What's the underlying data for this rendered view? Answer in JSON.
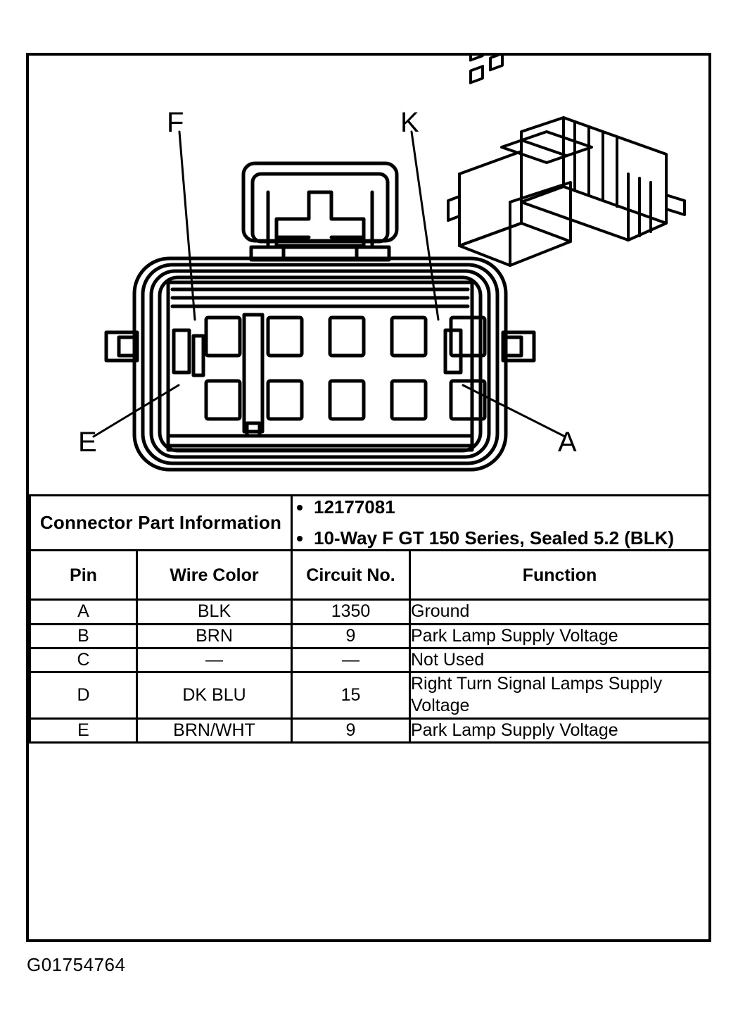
{
  "figure": {
    "id_label": "G01754764",
    "callouts": [
      {
        "label": "F",
        "target": "top-left-cavity"
      },
      {
        "label": "K",
        "target": "top-right-cavity"
      },
      {
        "label": "E",
        "target": "bottom-left-cavity"
      },
      {
        "label": "A",
        "target": "bottom-right-cavity"
      }
    ],
    "views": {
      "front_face": "connector-front-face-view",
      "isometric": "connector-isometric-view"
    },
    "cavity_count": 10,
    "cavity_rows": 2,
    "cavity_columns": 5
  },
  "connector_part_information": {
    "label": "Connector Part Information",
    "items": [
      "12177081",
      "10-Way F GT 150 Series, Sealed 5.2 (BLK)"
    ]
  },
  "pin_table": {
    "headers": {
      "pin": "Pin",
      "wire_color": "Wire Color",
      "circuit_no": "Circuit No.",
      "function": "Function"
    },
    "rows": [
      {
        "pin": "A",
        "wire_color": "BLK",
        "circuit_no": "1350",
        "function": "Ground"
      },
      {
        "pin": "B",
        "wire_color": "BRN",
        "circuit_no": "9",
        "function": "Park Lamp Supply Voltage"
      },
      {
        "pin": "C",
        "wire_color": "—",
        "circuit_no": "—",
        "function": "Not Used"
      },
      {
        "pin": "D",
        "wire_color": "DK BLU",
        "circuit_no": "15",
        "function": "Right Turn Signal Lamps Supply Voltage"
      },
      {
        "pin": "E",
        "wire_color": "BRN/WHT",
        "circuit_no": "9",
        "function": "Park Lamp Supply Voltage"
      }
    ]
  },
  "colors": {
    "ink": "#000000",
    "paper": "#ffffff"
  }
}
